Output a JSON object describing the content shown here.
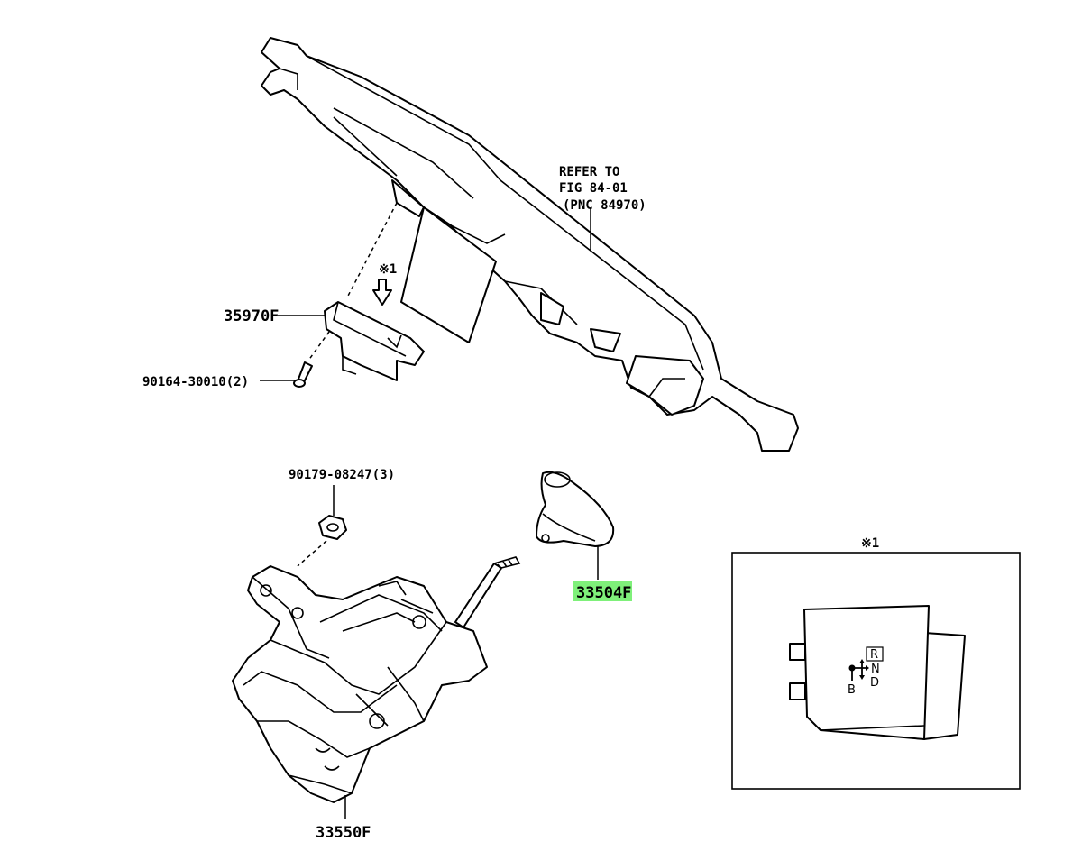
{
  "parts": {
    "refer_line1": "REFER TO",
    "refer_line2": "FIG 84-01",
    "refer_line3": "(PNC 84970)",
    "note_mark": "※1",
    "p35970f": "35970F",
    "p90164": "90164-30010(2)",
    "p90179": "90179-08247(3)",
    "p33504f": "33504F",
    "p33550f": "33550F"
  },
  "inset": {
    "title": "※1",
    "gear_r": "R",
    "gear_n": "N",
    "gear_d": "D",
    "gear_b": "B"
  },
  "colors": {
    "highlight": "#7ff07a"
  }
}
